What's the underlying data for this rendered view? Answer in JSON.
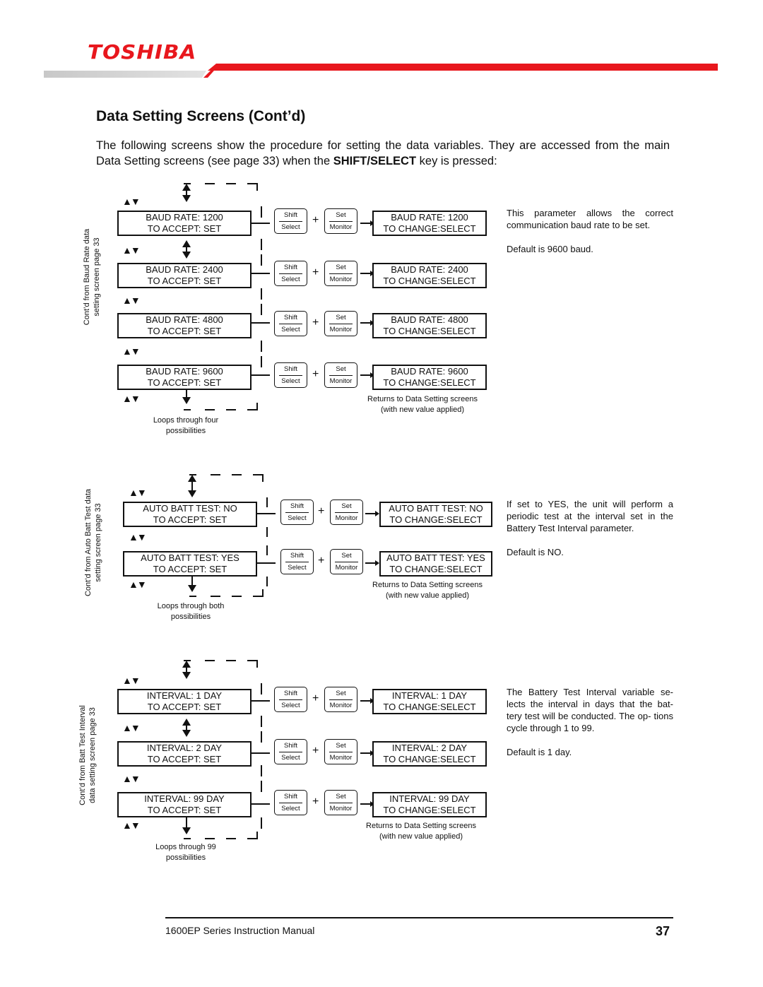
{
  "header": {
    "logo": "TOSHIBA",
    "colors": {
      "brand_red": "#e8171d",
      "stripe_gray": "#c8c8c8"
    }
  },
  "title": "Data Setting Screens (Cont’d)",
  "intro": {
    "before": "The following screens show the procedure for setting the data variables. They are accessed from the main Data Setting screens (see page 33) when the ",
    "key": "SHIFT/SELECT",
    "after": " key is pressed:"
  },
  "keys": {
    "shift": "Shift",
    "select": "Select",
    "set": "Set",
    "monitor": "Monitor",
    "plus": "+"
  },
  "baud": {
    "side_line1": "Cont’d from Baud Rate data",
    "side_line2": "setting screen page 33",
    "rows": [
      {
        "left1": "BAUD RATE: 1200",
        "left2": "TO ACCEPT: SET",
        "right1": "BAUD RATE: 1200",
        "right2": "TO CHANGE:SELECT"
      },
      {
        "left1": "BAUD RATE: 2400",
        "left2": "TO ACCEPT: SET",
        "right1": "BAUD RATE: 2400",
        "right2": "TO CHANGE:SELECT"
      },
      {
        "left1": "BAUD RATE: 4800",
        "left2": "TO ACCEPT: SET",
        "right1": "BAUD RATE: 4800",
        "right2": "TO CHANGE:SELECT"
      },
      {
        "left1": "BAUD RATE: 9600",
        "left2": "TO ACCEPT: SET",
        "right1": "BAUD RATE: 9600",
        "right2": "TO CHANGE:SELECT"
      }
    ],
    "returns1": "Returns to Data Setting screens",
    "returns2": "(with new value applied)",
    "loops1": "Loops through four",
    "loops2": "possibilities",
    "desc": "This parameter allows the correct communication baud rate to be set.",
    "default": "Default is 9600 baud."
  },
  "batt": {
    "side_line1": "Cont’d from Auto Batt Test data",
    "side_line2": "setting screen page 33",
    "rows": [
      {
        "left1": "AUTO BATT TEST: NO",
        "left2": "TO ACCEPT: SET",
        "right1": "AUTO BATT TEST: NO",
        "right2": "TO CHANGE:SELECT"
      },
      {
        "left1": "AUTO BATT TEST: YES",
        "left2": "TO ACCEPT: SET",
        "right1": "AUTO BATT TEST: YES",
        "right2": "TO CHANGE:SELECT"
      }
    ],
    "returns1": "Returns to Data Setting screens",
    "returns2": "(with new value applied)",
    "loops1": "Loops through both",
    "loops2": "possibilities",
    "desc": "If set to YES, the unit will perform a periodic test at the interval set in the Battery Test Interval parameter.",
    "default": "Default is NO."
  },
  "interval": {
    "side_line1": "Cont’d from Batt Test Interval",
    "side_line2": "data setting screen page 33",
    "rows": [
      {
        "left1": "INTERVAL: 1 DAY",
        "left2": "TO ACCEPT: SET",
        "right1": "INTERVAL: 1 DAY",
        "right2": "TO CHANGE:SELECT"
      },
      {
        "left1": "INTERVAL: 2 DAY",
        "left2": "TO ACCEPT: SET",
        "right1": "INTERVAL: 2 DAY",
        "right2": "TO CHANGE:SELECT"
      },
      {
        "left1": "INTERVAL: 99 DAY",
        "left2": "TO ACCEPT: SET",
        "right1": "INTERVAL: 99 DAY",
        "right2": "TO CHANGE:SELECT"
      }
    ],
    "returns1": "Returns to Data Setting screens",
    "returns2": "(with new value applied)",
    "loops1": "Loops through 99",
    "loops2": "possibilities",
    "desc": "The Battery Test Interval variable se- lects the interval in days that the bat- tery test will be conducted. The op- tions cycle through 1 to 99.",
    "default": "Default is 1 day."
  },
  "footer": {
    "manual": "1600EP Series Instruction Manual",
    "page": "37"
  }
}
